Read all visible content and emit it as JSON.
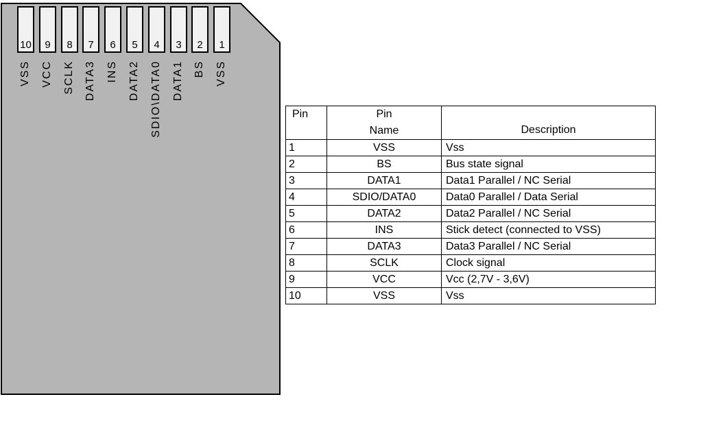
{
  "card": {
    "body_color": "#b5b5b5",
    "pin_color": "#f1f1f1",
    "pins": [
      {
        "number": "10",
        "label": "VSS"
      },
      {
        "number": "9",
        "label": "VCC"
      },
      {
        "number": "8",
        "label": "SCLK"
      },
      {
        "number": "7",
        "label": "DATA3"
      },
      {
        "number": "6",
        "label": "INS"
      },
      {
        "number": "5",
        "label": "DATA2"
      },
      {
        "number": "4",
        "label": "SDIO\\DATA0"
      },
      {
        "number": "3",
        "label": "DATA1"
      },
      {
        "number": "2",
        "label": "BS"
      },
      {
        "number": "1",
        "label": "VSS"
      }
    ]
  },
  "table": {
    "headers": {
      "pin": "Pin",
      "pin_name_line1": "Pin",
      "pin_name_line2": "Name",
      "description": "Description"
    },
    "rows": [
      {
        "pin": "1",
        "name": "VSS",
        "description": "Vss"
      },
      {
        "pin": "2",
        "name": "BS",
        "description": "Bus state signal"
      },
      {
        "pin": "3",
        "name": "DATA1",
        "description": "Data1 Parallel / NC Serial"
      },
      {
        "pin": "4",
        "name": "SDIO/DATA0",
        "description": "Data0 Parallel / Data Serial"
      },
      {
        "pin": "5",
        "name": "DATA2",
        "description": "Data2 Parallel / NC Serial"
      },
      {
        "pin": "6",
        "name": "INS",
        "description": "Stick detect (connected to VSS)"
      },
      {
        "pin": "7",
        "name": "DATA3",
        "description": "Data3 Parallel / NC Serial"
      },
      {
        "pin": "8",
        "name": "SCLK",
        "description": "Clock signal"
      },
      {
        "pin": "9",
        "name": "VCC",
        "description": "Vcc (2,7V - 3,6V)"
      },
      {
        "pin": "10",
        "name": "VSS",
        "description": "Vss"
      }
    ]
  }
}
